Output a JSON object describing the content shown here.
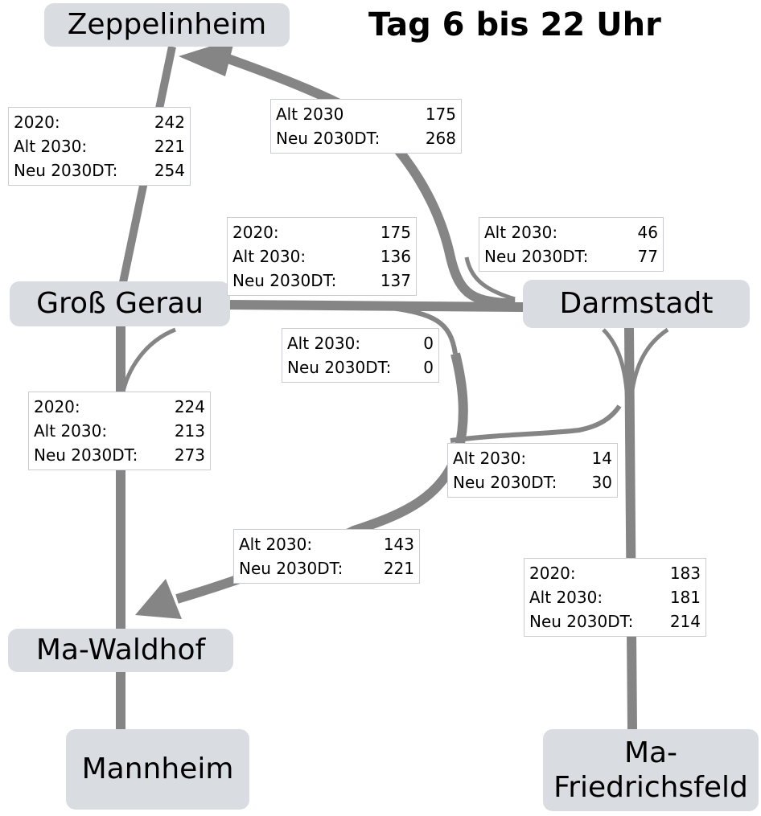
{
  "title": "Tag 6 bis 22 Uhr",
  "colors": {
    "line": "#858585",
    "station_bg": "#d9dde2",
    "box_border": "#c9cdd1"
  },
  "stations": {
    "zeppelinheim": "Zeppelinheim",
    "gross_gerau": "Groß Gerau",
    "darmstadt": "Darmstadt",
    "ma_waldhof": "Ma-Waldhof",
    "mannheim": "Mannheim",
    "ma_friedrichsfeld_1": "Ma-",
    "ma_friedrichsfeld_2": "Friedrichsfeld"
  },
  "boxes": {
    "zeppelinheim_line": [
      {
        "label": "2020:",
        "value": "242"
      },
      {
        "label": "Alt 2030:",
        "value": "221"
      },
      {
        "label": "Neu 2030DT:",
        "value": "254"
      }
    ],
    "darmstadt_zeppelinheim": [
      {
        "label": "Alt 2030",
        "value": "175"
      },
      {
        "label": "Neu 2030DT:",
        "value": "268"
      }
    ],
    "gg_darmstadt": [
      {
        "label": "2020:",
        "value": "175"
      },
      {
        "label": "Alt 2030:",
        "value": "136"
      },
      {
        "label": "Neu 2030DT:",
        "value": "137"
      }
    ],
    "darmstadt_curve": [
      {
        "label": "Alt 2030:",
        "value": "46"
      },
      {
        "label": "Neu 2030DT:",
        "value": "77"
      }
    ],
    "gg_curve_down": [
      {
        "label": "Alt 2030:",
        "value": "0"
      },
      {
        "label": "Neu 2030DT:",
        "value": "0"
      }
    ],
    "gg_waldhof": [
      {
        "label": "2020:",
        "value": "224"
      },
      {
        "label": "Alt 2030:",
        "value": "213"
      },
      {
        "label": "Neu 2030DT:",
        "value": "273"
      }
    ],
    "connector_da_south": [
      {
        "label": "Alt 2030:",
        "value": "14"
      },
      {
        "label": "Neu 2030DT:",
        "value": "30"
      }
    ],
    "to_waldhof": [
      {
        "label": "Alt 2030:",
        "value": "143"
      },
      {
        "label": "Neu 2030DT:",
        "value": "221"
      }
    ],
    "da_friedrichsfeld": [
      {
        "label": "2020:",
        "value": "183"
      },
      {
        "label": "Alt 2030:",
        "value": "181"
      },
      {
        "label": "Neu 2030DT:",
        "value": "214"
      }
    ]
  }
}
